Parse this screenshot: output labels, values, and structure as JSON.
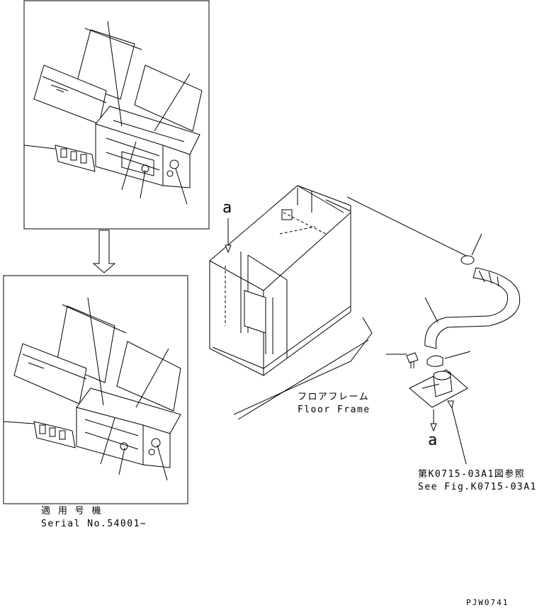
{
  "labels": {
    "marker_a_top": "a",
    "marker_a_bottom": "a",
    "floor_frame_jp": "フロアフレーム",
    "floor_frame_en": "Floor Frame",
    "serial_jp": "適 用 号 機",
    "serial_en": "Serial No.54001~",
    "see_fig_jp": "第K0715-03A1図参照",
    "see_fig_en": "See Fig.K0715-03A1",
    "drawing_code": "PJW0741"
  },
  "colors": {
    "line": "#000000",
    "background": "#ffffff"
  }
}
